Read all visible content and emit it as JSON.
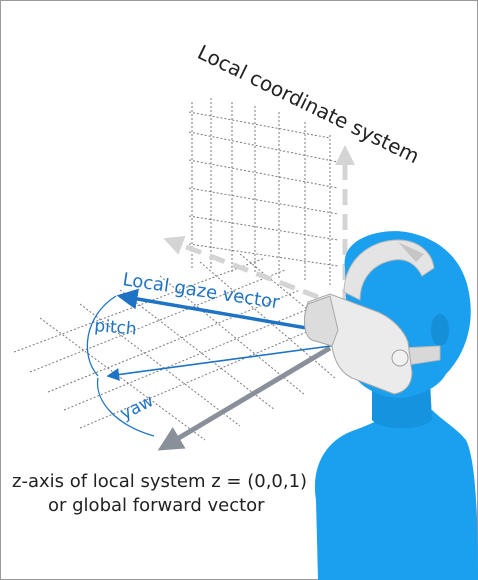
{
  "labels": {
    "local_coordinate_system": "Local coordinate system",
    "local_gaze_vector": "Local gaze vector",
    "pitch": "pitch",
    "yaw": "yaw",
    "z_axis_line1": "z-axis of local system z = (0,0,1)",
    "z_axis_line2": "or global forward vector"
  },
  "colors": {
    "gaze_blue": "#1f73c4",
    "axis_gray": "#8a9099",
    "dashed_gray": "#d4d4d4",
    "grid_gray": "#7a7a7a",
    "person_blue": "#1aa0ee",
    "headset_white": "#ebebeb",
    "text_dark": "#222222"
  }
}
